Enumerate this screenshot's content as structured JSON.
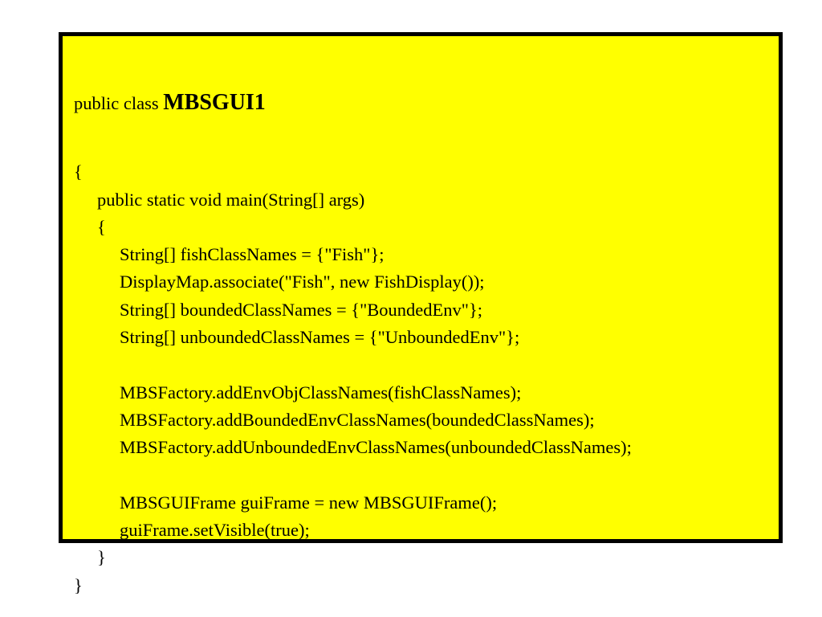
{
  "code": {
    "class_prefix": "public class ",
    "class_name": "MBSGUI1",
    "lines": [
      {
        "text": "{",
        "indent": 0
      },
      {
        "text": "public static void main(String[] args)",
        "indent": 1
      },
      {
        "text": "{",
        "indent": 1
      },
      {
        "text": "String[] fishClassNames = {\"Fish\"};",
        "indent": 2
      },
      {
        "text": "DisplayMap.associate(\"Fish\", new FishDisplay());",
        "indent": 2
      },
      {
        "text": "String[] boundedClassNames = {\"BoundedEnv\"};",
        "indent": 2
      },
      {
        "text": "String[] unboundedClassNames = {\"UnboundedEnv\"};",
        "indent": 2
      },
      {
        "text": "",
        "indent": 0
      },
      {
        "text": "MBSFactory.addEnvObjClassNames(fishClassNames);",
        "indent": 2
      },
      {
        "text": "MBSFactory.addBoundedEnvClassNames(boundedClassNames);",
        "indent": 2
      },
      {
        "text": "MBSFactory.addUnboundedEnvClassNames(unboundedClassNames);",
        "indent": 2
      },
      {
        "text": "",
        "indent": 0
      },
      {
        "text": "MBSGUIFrame guiFrame = new MBSGUIFrame();",
        "indent": 2
      },
      {
        "text": "guiFrame.setVisible(true);",
        "indent": 2
      },
      {
        "text": "}",
        "indent": 1
      },
      {
        "text": "}",
        "indent": 0
      }
    ]
  },
  "colors": {
    "box_background": "#ffff00",
    "box_border": "#000000",
    "text": "#000000",
    "page_background": "#ffffff"
  }
}
